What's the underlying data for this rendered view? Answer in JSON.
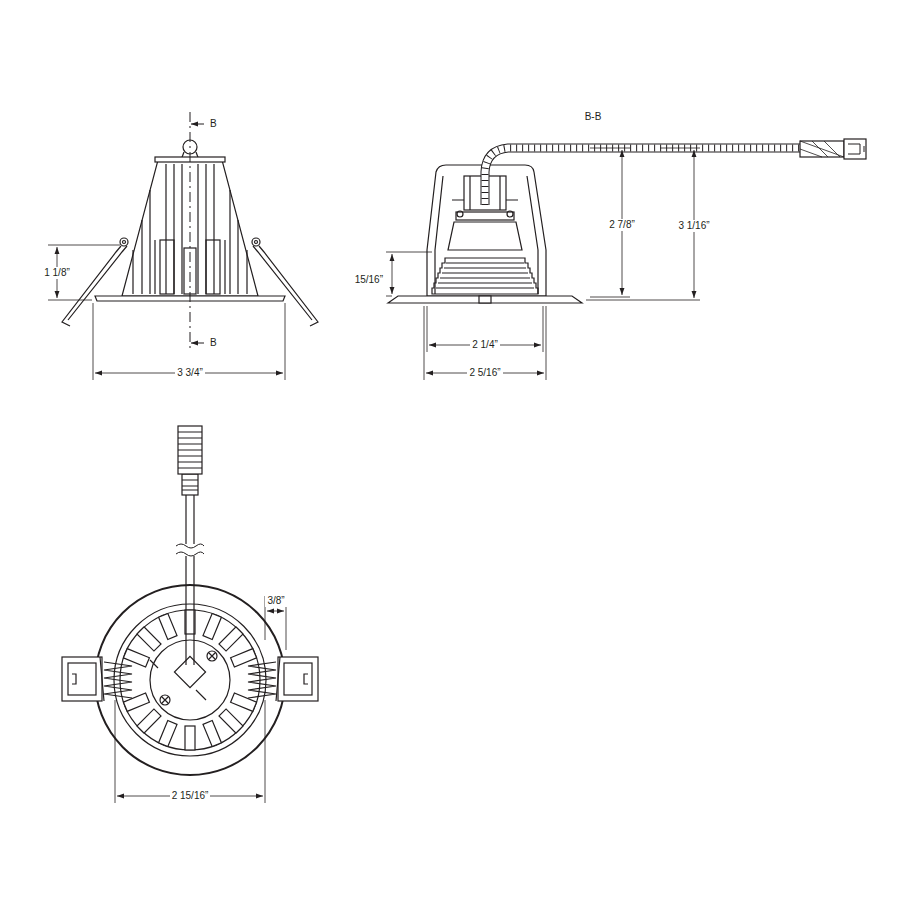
{
  "diagram": {
    "labels": [
      "B",
      "B",
      "1 1/8”",
      "3 3/4”",
      "B-B",
      "2 7/8”",
      "3 1/16”",
      "15/16”",
      "2 1/4”",
      "2 5/16”",
      "3/8”",
      "2 15/16”"
    ]
  }
}
